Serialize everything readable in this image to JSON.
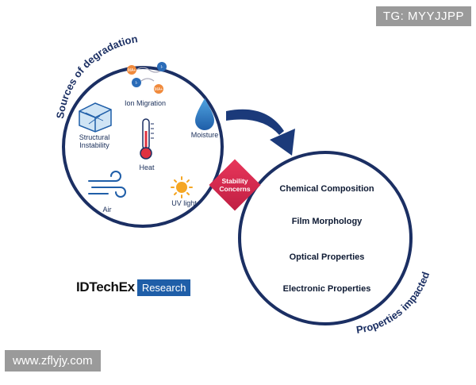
{
  "watermarks": {
    "top_right": "TG: MYYJJPP",
    "bottom_left": "www.zflyjy.com"
  },
  "left_circle": {
    "title": "Sources of degradation",
    "items": {
      "ion_migration": "Ion Migration",
      "structural": "Structural Instability",
      "heat": "Heat",
      "moisture": "Moisture",
      "air": "Air",
      "uv": "UV light"
    },
    "ion_badges": [
      "MA+",
      "I-",
      "I-",
      "MA+"
    ]
  },
  "center_badge": "Stability Concerns",
  "right_circle": {
    "title": "Properties impacted",
    "items": [
      "Chemical Composition",
      "Film Morphology",
      "Optical Properties",
      "Electronic Properties"
    ]
  },
  "logo": {
    "name": "IDTechEx",
    "suffix": "Research"
  },
  "colors": {
    "navy": "#1b2f63",
    "accent_red": "#d9254a",
    "blue": "#1f5ea8"
  }
}
